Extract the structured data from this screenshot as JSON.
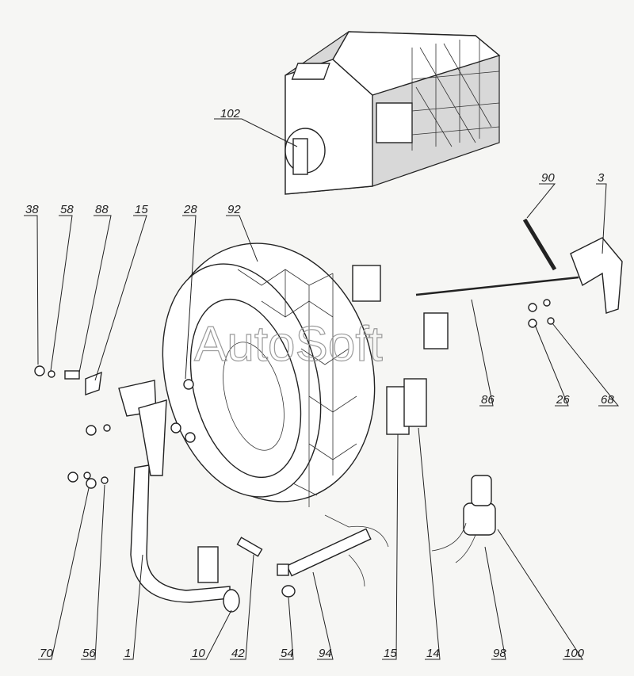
{
  "watermark": "AutoSoft",
  "labels": {
    "l102": "102",
    "l90": "90",
    "l3": "3",
    "l38": "38",
    "l58": "58",
    "l88": "88",
    "l15a": "15",
    "l28": "28",
    "l92": "92",
    "l86": "86",
    "l26": "26",
    "l68": "68",
    "l70": "70",
    "l56": "56",
    "l1": "1",
    "l10": "10",
    "l42": "42",
    "l54": "54",
    "l94": "94",
    "l15b": "15",
    "l14": "14",
    "l98": "98",
    "l100": "100"
  }
}
